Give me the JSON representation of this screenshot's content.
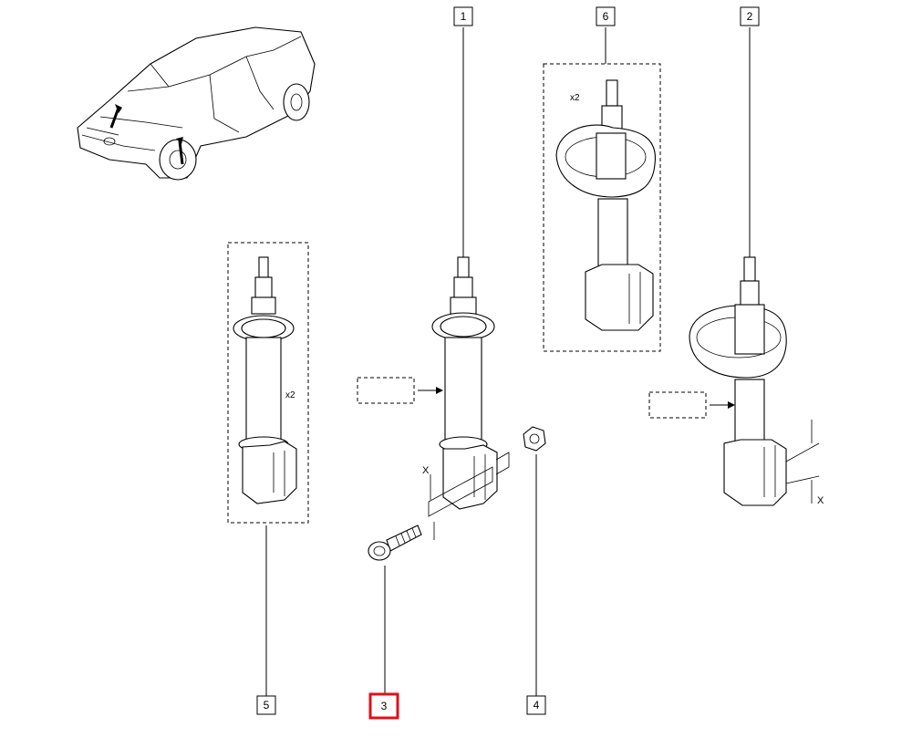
{
  "callouts": [
    {
      "id": "1",
      "label": "1",
      "selected": false
    },
    {
      "id": "2",
      "label": "2",
      "selected": false
    },
    {
      "id": "3",
      "label": "3",
      "selected": true
    },
    {
      "id": "4",
      "label": "4",
      "selected": false
    },
    {
      "id": "5",
      "label": "5",
      "selected": false
    },
    {
      "id": "6",
      "label": "6",
      "selected": false
    }
  ],
  "annotations": {
    "qty_6": "x2",
    "qty_5": "x2",
    "dim_center": "X",
    "dim_right": "X"
  },
  "colors": {
    "line": "#000000",
    "highlight": "#e0101a",
    "background": "#ffffff"
  }
}
